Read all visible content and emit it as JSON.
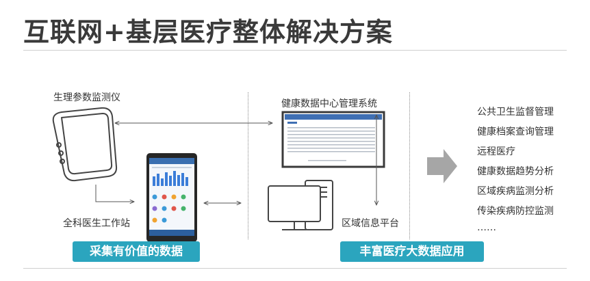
{
  "title": "互联网+基层医疗整体解决方案",
  "devices": {
    "monitor": "生理参数监测仪",
    "workstation": "全科医生工作站",
    "data_center": "健康数据中心管理系统",
    "regional_platform": "区域信息平台"
  },
  "applications": [
    "公共卫生监督管理",
    "健康档案查询管理",
    "远程医疗",
    "健康数据趋势分析",
    "区域疾病监测分析",
    "传染疾病防控监测",
    "……"
  ],
  "tags": {
    "collect": "采集有价值的数据",
    "apply": "丰富医疗大数据应用"
  },
  "colors": {
    "accent": "#2ba5be",
    "arrow": "#a6a6a6",
    "line": "#555555"
  }
}
